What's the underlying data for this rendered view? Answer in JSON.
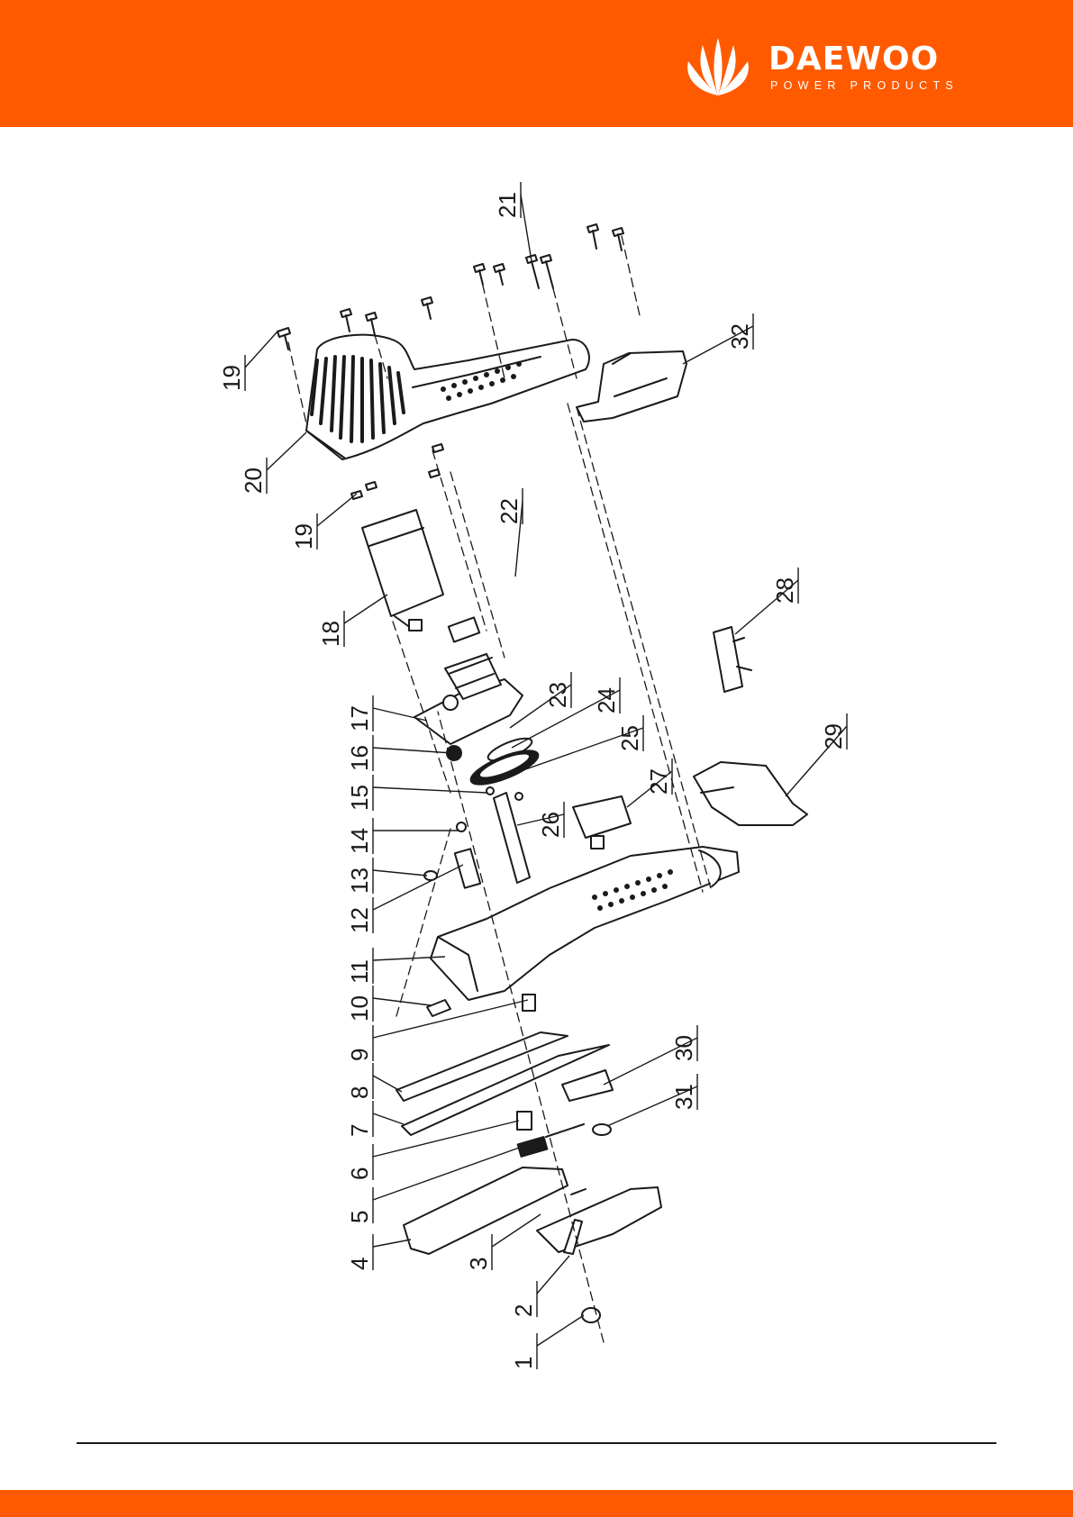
{
  "brand": {
    "name": "DAEWOO",
    "tagline": "POWER PRODUCTS",
    "band_color": "#ff5a00",
    "logo_icon": "fan-leaf-icon"
  },
  "diagram": {
    "callouts": [
      "1",
      "2",
      "3",
      "4",
      "5",
      "6",
      "7",
      "8",
      "9",
      "10",
      "11",
      "12",
      "13",
      "14",
      "15",
      "16",
      "17",
      "18",
      "19",
      "19",
      "20",
      "21",
      "22",
      "23",
      "24",
      "25",
      "26",
      "27",
      "28",
      "29",
      "30",
      "31",
      "32"
    ]
  }
}
